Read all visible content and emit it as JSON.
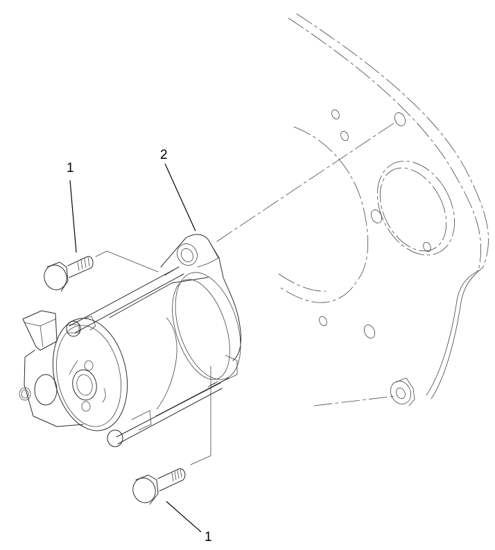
{
  "diagram": {
    "type": "exploded-view parts illustration",
    "subject": "starter motor mounting to engine flywheel housing plate",
    "colors": {
      "background": "#ffffff",
      "line": "#2a2a2a"
    },
    "callouts": [
      {
        "label": "1",
        "part": "mounting bolt (upper)"
      },
      {
        "label": "2",
        "part": "starter motor"
      },
      {
        "label": "1",
        "part": "mounting bolt (lower)"
      }
    ]
  }
}
